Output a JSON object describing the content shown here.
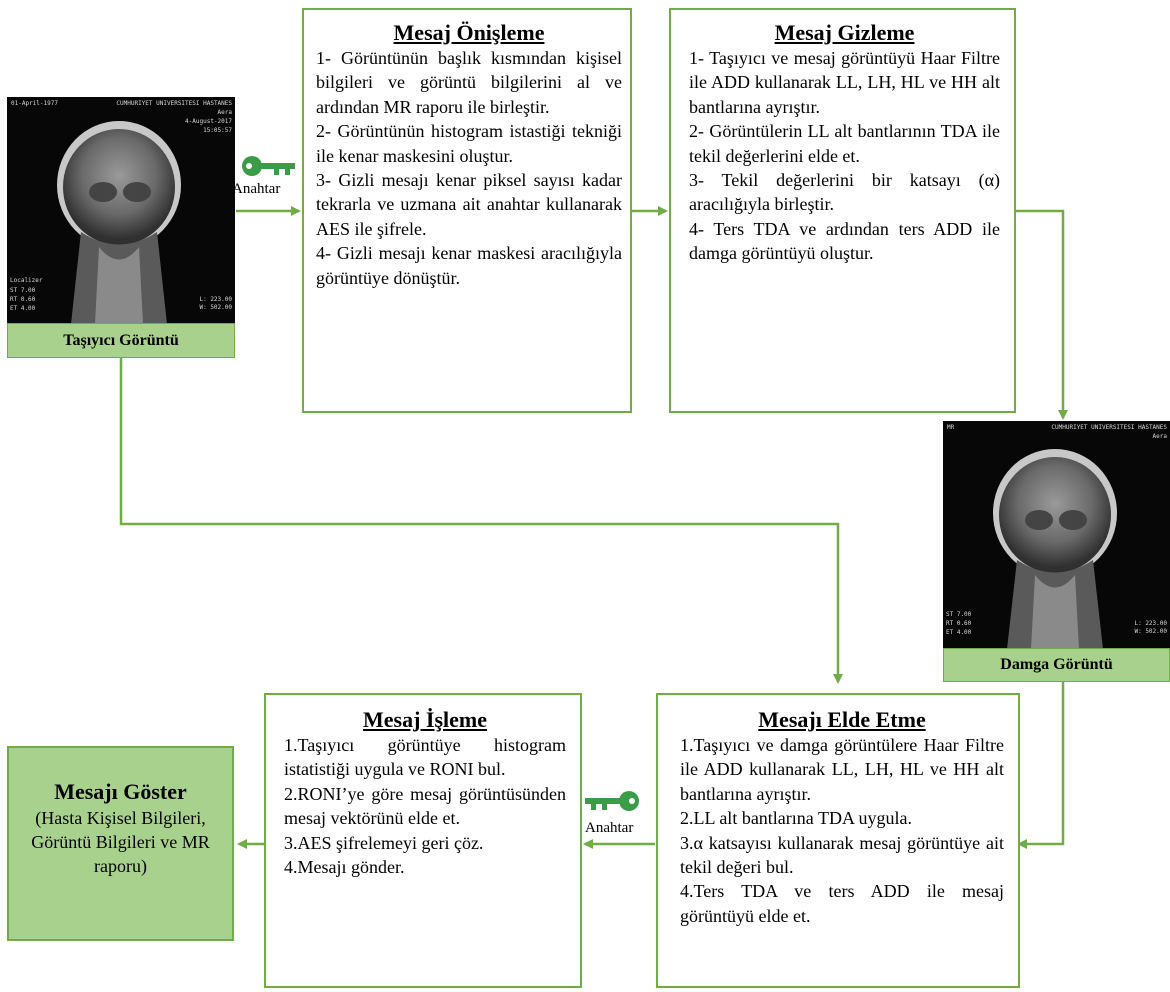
{
  "colors": {
    "border": "#70ad47",
    "caption_fill": "#a9d18e",
    "output_fill": "#a9d18e",
    "key_icon": "#3a9c47"
  },
  "carrier_image": {
    "caption": "Taşıyıcı Görüntü",
    "overlay": {
      "tl": "CUMHURIYET UNIVERSITESI HASTANES",
      "tr1": "Aera",
      "tr2": "4-August-2017",
      "tr3": "15:05:57",
      "l1": "01-April-1977",
      "l2": "Localizer",
      "l3": "ST 7.00",
      "l4": "RT 0.60",
      "l5": "ET 4.00",
      "br": "L: 223.00\nW: 502.00"
    }
  },
  "stego_image": {
    "caption": "Damga Görüntü",
    "overlay": {
      "tl": "MR",
      "tr1": "CUMHURIYET UNIVERSITESI HASTANES",
      "tr2": "Aera",
      "l1": "ST 7.00",
      "l2": "RT 0.60",
      "l3": "ET 4.00",
      "br": "L: 223.00\nW: 502.00"
    }
  },
  "keys": {
    "top_label": "Anahtar",
    "bottom_label": "Anahtar"
  },
  "preprocess": {
    "title": "Mesaj Önişleme",
    "step1": "1- Görüntünün başlık kısmından kişisel bilgileri ve görüntü bilgilerini al ve ardından MR raporu ile birleştir.",
    "step2": "2- Görüntünün histogram istastiği tekniği ile kenar maskesini oluştur.",
    "step3": "3- Gizli mesajı kenar piksel sayısı kadar tekrarla ve uzmana ait anahtar kullanarak AES ile şifrele.",
    "step4": "4- Gizli mesajı kenar maskesi aracılığıyla görüntüye dönüştür."
  },
  "hiding": {
    "title": "Mesaj Gizleme",
    "step1": "1- Taşıyıcı ve mesaj görüntüyü Haar Filtre ile ADD kullanarak LL, LH, HL ve HH alt bantlarına ayrıştır.",
    "step2": "2- Görüntülerin LL alt bantlarının TDA ile tekil değerlerini elde et.",
    "step3": "3- Tekil değerlerini bir katsayı (α) aracılığıyla birleştir.",
    "step4": "4- Ters TDA ve ardından ters ADD ile damga görüntüyü oluştur."
  },
  "extraction": {
    "title": "Mesajı Elde Etme",
    "step1": "1.Taşıyıcı ve damga görüntülere Haar Filtre ile ADD kullanarak LL, LH, HL ve HH alt bantlarına ayrıştır.",
    "step2": "2.LL alt bantlarına TDA uygula.",
    "step3": "3.α katsayısı kullanarak mesaj görüntüye ait tekil değeri bul.",
    "step4": "4.Ters TDA ve ters ADD ile mesaj görüntüyü elde et."
  },
  "processing": {
    "title": "Mesaj İşleme",
    "step1": "1.Taşıyıcı görüntüye histogram istatistiği uygula ve RONI bul.",
    "step2": "2.RONI’ye göre mesaj görüntüsünden mesaj vektörünü elde et.",
    "step3": "3.AES şifrelemeyi geri çöz.",
    "step4": "4.Mesajı gönder."
  },
  "output": {
    "title": "Mesajı Göster",
    "body": "(Hasta Kişisel Bilgileri, Görüntü Bilgileri ve MR raporu)"
  }
}
